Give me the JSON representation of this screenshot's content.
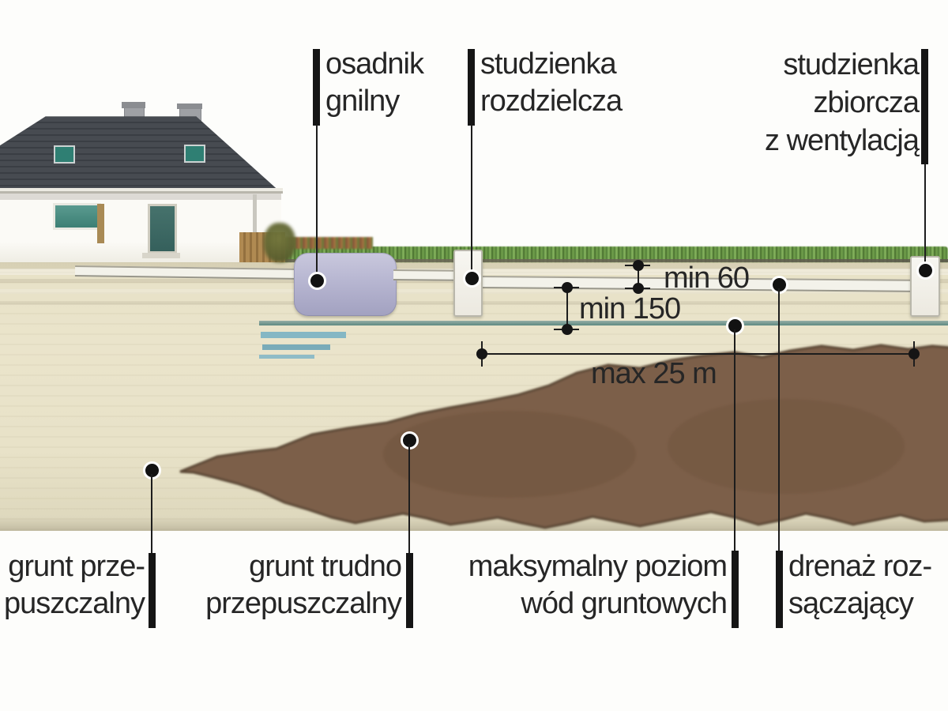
{
  "labels": {
    "septic_tank": [
      "osadnik",
      "gnilny"
    ],
    "distribution_well": [
      "studzienka",
      "rozdzielcza"
    ],
    "collection_well": [
      "studzienka",
      "zbiorcza",
      "z wentylacją"
    ],
    "permeable_soil": [
      "grunt prze-",
      "puszczalny"
    ],
    "low_permeable_soil": [
      "grunt trudno",
      "przepuszczalny"
    ],
    "max_groundwater_level": [
      "maksymalny poziom",
      "wód gruntowych"
    ],
    "drainage": [
      "drenaż roz-",
      "sączający"
    ]
  },
  "dimensions": {
    "min_cover_depth": "min 60",
    "min_distance_to_groundwater": "min 150",
    "max_drain_length": "max 25 m"
  },
  "colors": {
    "ground_beige": "#e8e2c8",
    "soil_lens_brown": "#7b5f48",
    "water_teal": "#5f8a82",
    "tank_lavender": "#b7b6d1",
    "grass_green": "#6d9b49",
    "roof_gray": "#43474d",
    "annotation_black": "#151515",
    "text": "#262626"
  }
}
